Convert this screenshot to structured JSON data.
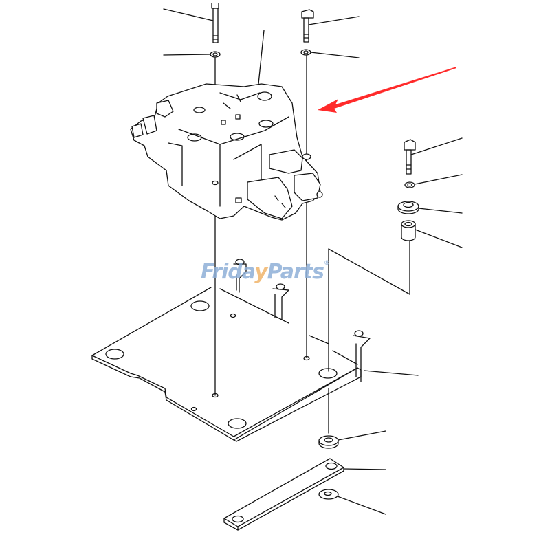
{
  "diagram": {
    "type": "exploded-parts-diagram",
    "subject": "hydraulic control valve mounting assembly",
    "parts": [
      {
        "id": "bolt-left-top",
        "label": ""
      },
      {
        "id": "washer-left-top",
        "label": ""
      },
      {
        "id": "bolt-right-top",
        "label": ""
      },
      {
        "id": "washer-right-top",
        "label": ""
      },
      {
        "id": "control-valve",
        "label": ""
      },
      {
        "id": "bolt-side",
        "label": ""
      },
      {
        "id": "washer-side",
        "label": ""
      },
      {
        "id": "cushion-side",
        "label": ""
      },
      {
        "id": "spacer-side",
        "label": ""
      },
      {
        "id": "mounting-plate",
        "label": ""
      },
      {
        "id": "cushion-bottom",
        "label": ""
      },
      {
        "id": "bar-plate",
        "label": ""
      },
      {
        "id": "washer-bottom",
        "label": ""
      }
    ],
    "highlight_arrow_color": "#ff2a2a",
    "line_color": "#111111"
  },
  "watermark": {
    "text_a": "Frida",
    "text_v": "y",
    "text_b": "Parts",
    "registered": "®",
    "color": "#8fb0d8",
    "accent_color": "#f0b46a"
  }
}
